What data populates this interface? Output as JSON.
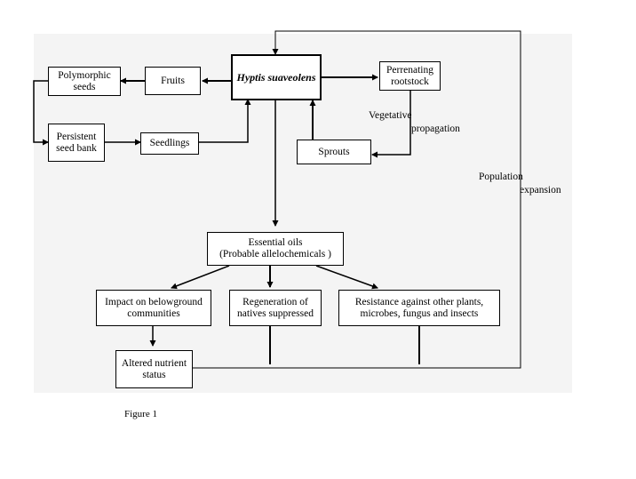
{
  "nodes": {
    "hyptis": "Hyptis suaveolens",
    "fruits": "Fruits",
    "polymorphic_seeds": "Polymorphic\nseeds",
    "persistent_seed_bank": "Persistent\nseed bank",
    "seedlings": "Seedlings",
    "perrenating_rootstock": "Perrenating\nrootstock",
    "sprouts": "Sprouts",
    "essential_oils": "Essential oils\n(Probable allelochemicals )",
    "impact_belowground": "Impact on belowground\ncommunities",
    "regeneration_natives": "Regeneration of\nnatives suppressed",
    "resistance": "Resistance against other plants,\nmicrobes, fungus and insects",
    "altered_nutrient": "Altered nutrient\nstatus"
  },
  "labels": {
    "vegetative": "Vegetative",
    "propagation": "propagation",
    "population": "Population",
    "expansion": "expansion"
  },
  "caption": "Figure 1"
}
